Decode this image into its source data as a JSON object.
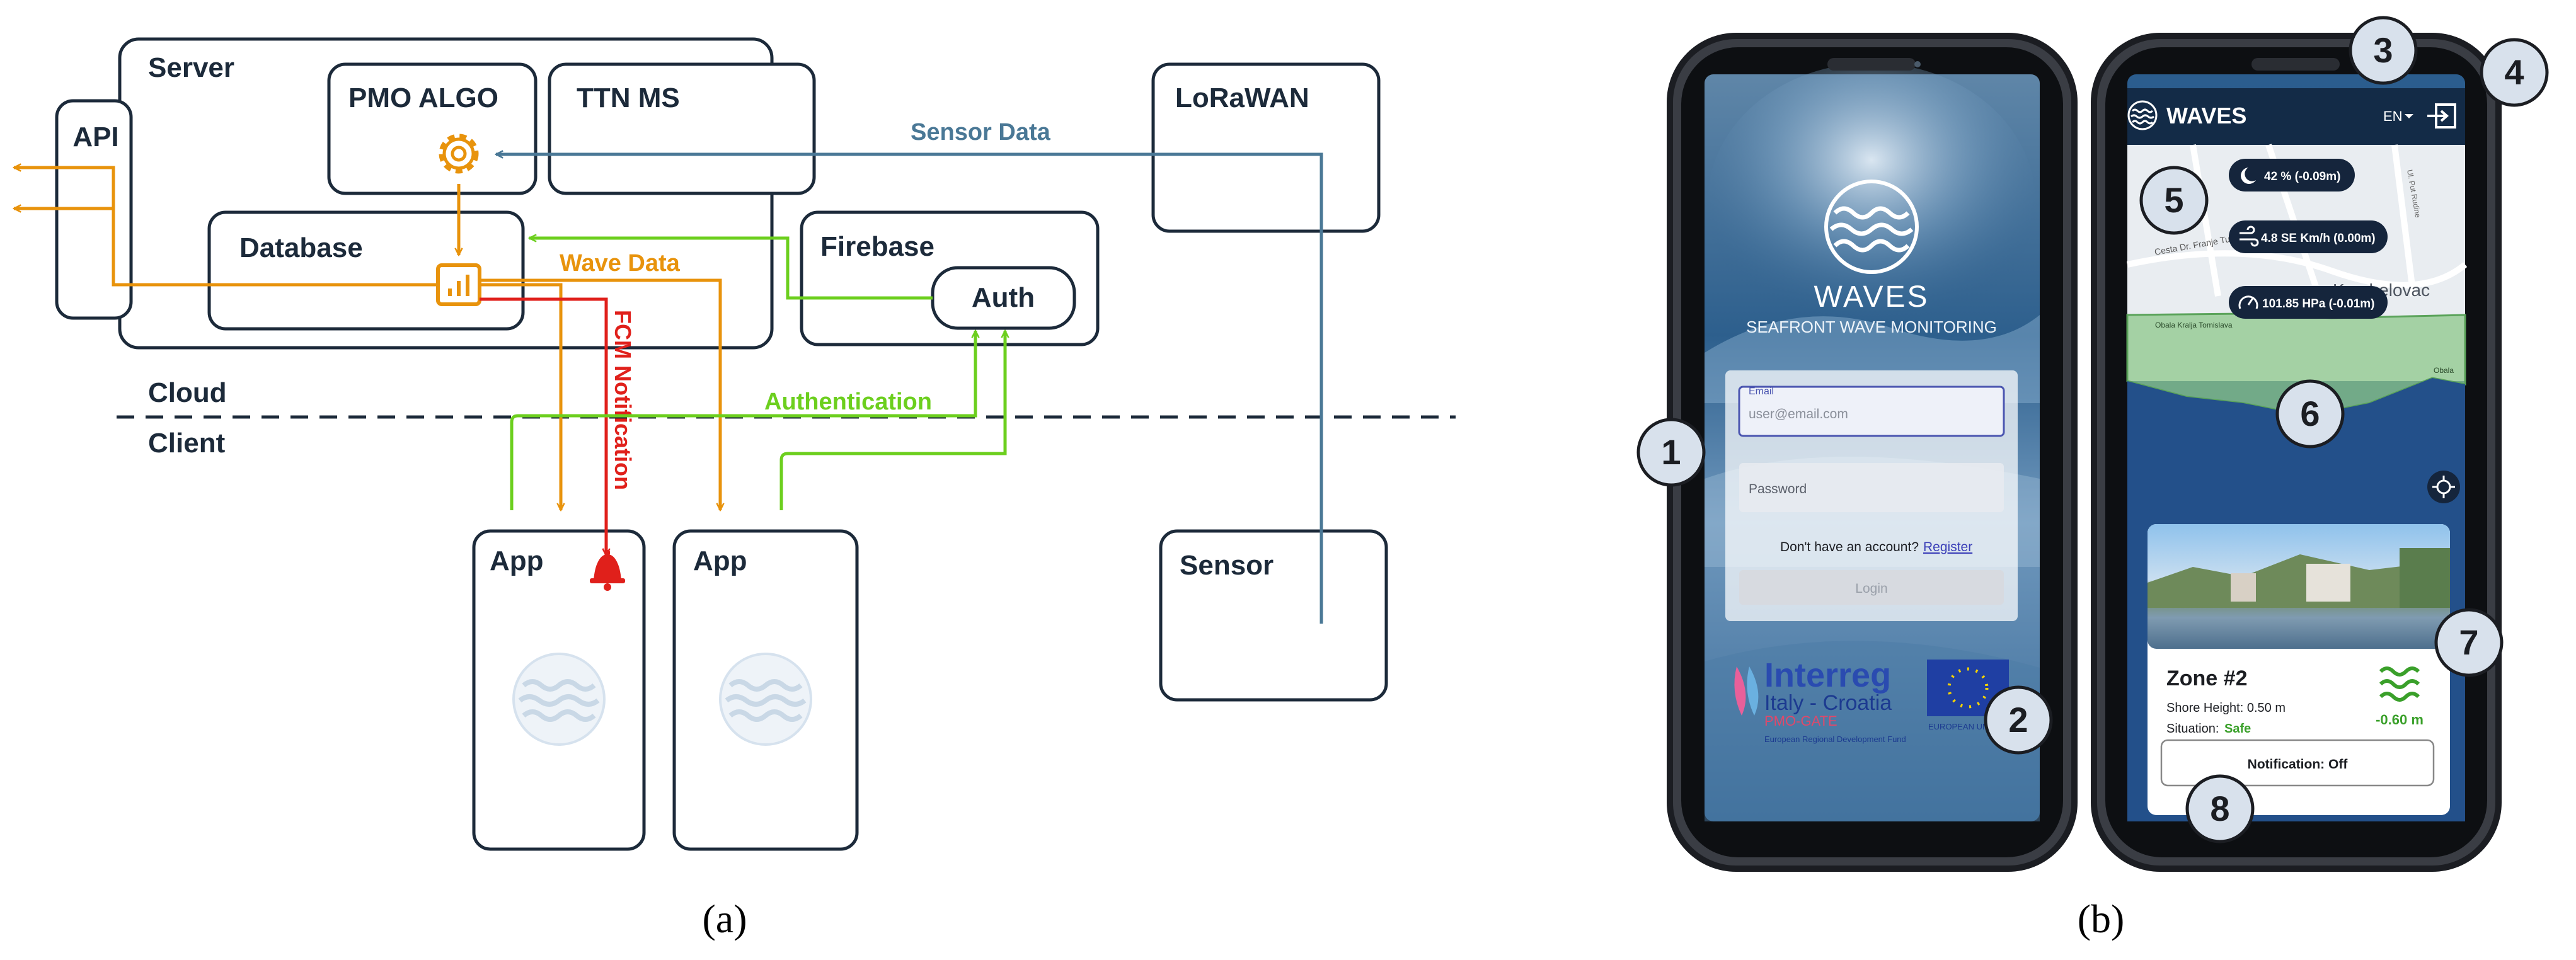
{
  "panel_a": {
    "boxes": {
      "server": "Server",
      "api": "API",
      "pmo_algo": "PMO ALGO",
      "ttn_ms": "TTN MS",
      "lorawan": "LoRaWAN",
      "database": "Database",
      "firebase": "Firebase",
      "auth": "Auth",
      "app1": "App",
      "app2": "App",
      "sensor": "Sensor"
    },
    "zones": {
      "cloud": "Cloud",
      "client": "Client"
    },
    "flows": {
      "sensor_data": "Sensor Data",
      "wave_data": "Wave Data",
      "fcm_notification": "FCM Notification",
      "authentication": "Authentication"
    },
    "colors": {
      "orange": "#E8930C",
      "green": "#6CCF1E",
      "red": "#E0201B",
      "blue": "#4A7896",
      "dark": "#1C2A3A"
    }
  },
  "panel_b": {
    "login": {
      "brand": "WAVES",
      "tagline": "SEAFRONT WAVE MONITORING",
      "email_label": "Email",
      "email_placeholder": "user@email.com",
      "password_placeholder": "Password",
      "no_account": "Don't have an account?",
      "register": "Register",
      "login_button": "Login",
      "interreg": "Interreg",
      "interreg_sub": "Italy - Croatia",
      "project": "PMO-GATE",
      "fund": "European Regional Development Fund",
      "eu_label": "EUROPEAN UNION"
    },
    "main": {
      "brand": "WAVES",
      "lang": "EN",
      "pill_tide": "42 % (-0.09m)",
      "pill_wind": "4.8 SE Km/h (0.00m)",
      "pill_pressure": "101.85 HPa (-0.01m)",
      "map_labels": [
        "Cesta Dr. Franje Tuđ...",
        "Kambelovac",
        "Ul. Put Rudine",
        "Obala Kralja Tomislava",
        "Obala"
      ],
      "zone_title": "Zone #2",
      "shore_height": "Shore Height: 0.50 m",
      "situation_label": "Situation:",
      "situation_value": "Safe",
      "wave_value": "-0.60 m",
      "notification_button": "Notification: Off"
    },
    "markers": [
      "1",
      "2",
      "3",
      "4",
      "5",
      "6",
      "7",
      "8"
    ]
  },
  "captions": {
    "a": "(a)",
    "b": "(b)"
  }
}
